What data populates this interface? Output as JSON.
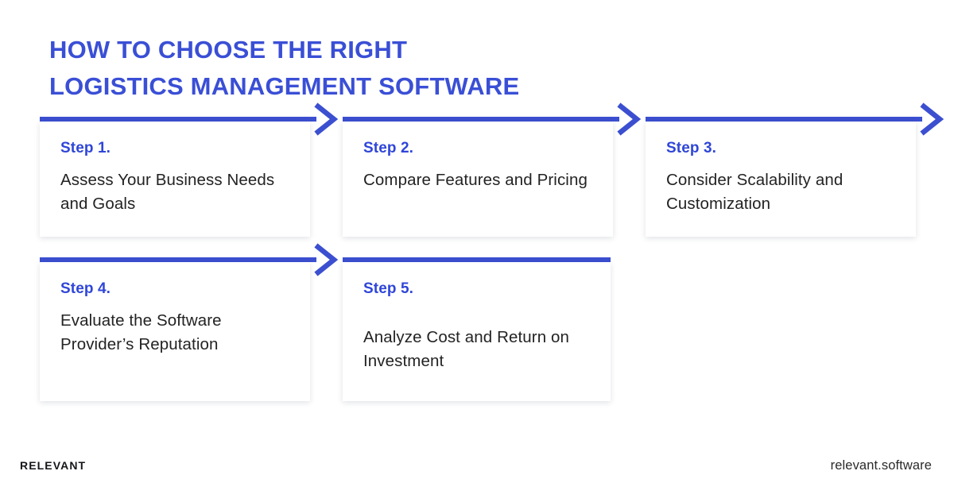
{
  "colors": {
    "accent_blue": "#3b4fd0",
    "title_blue": "#3a4fd6",
    "step_blue": "#2f46d8",
    "body_text": "#232323",
    "background": "#ffffff"
  },
  "title": {
    "line1": "HOW TO CHOOSE THE RIGHT",
    "line2": "LOGISTICS MANAGEMENT SOFTWARE"
  },
  "steps": [
    {
      "step_label": "Step 1.",
      "description": "Assess Your Business Needs and Goals",
      "has_arrow": true
    },
    {
      "step_label": "Step 2.",
      "description": "Compare Features and Pricing",
      "has_arrow": true
    },
    {
      "step_label": "Step 3.",
      "description": "Consider Scalability and Customization",
      "has_arrow": true
    },
    {
      "step_label": "Step 4.",
      "description": "Evaluate the Software Provider’s Reputation",
      "has_arrow": true
    },
    {
      "step_label": "Step 5.",
      "description": "Analyze Cost and Return on Investment",
      "has_arrow": false
    }
  ],
  "footer": {
    "brand": "RELEVANT",
    "website": "relevant.software"
  }
}
